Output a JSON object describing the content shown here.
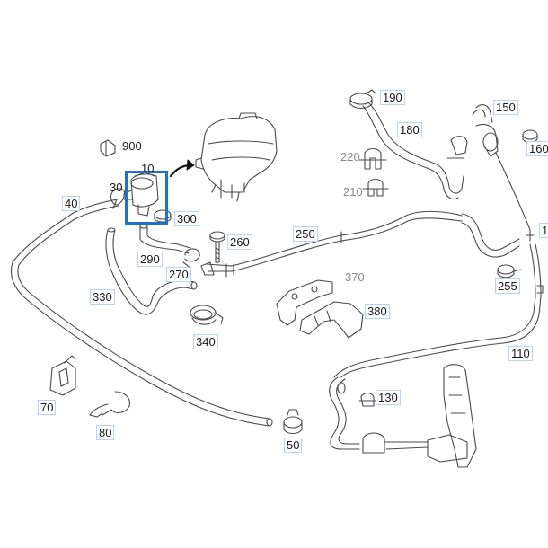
{
  "diagram": {
    "highlight_color": "#1e73c8",
    "label_border_color": "#b9d3f2",
    "line_color": "#4a4a4a",
    "parts": {
      "p10": "10",
      "p30": "30",
      "p40": "40",
      "p50": "50",
      "p70": "70",
      "p80": "80",
      "p110": "110",
      "p130": "130",
      "p150": "150",
      "p160": "160",
      "p180": "180",
      "p190": "190",
      "p210": "210",
      "p220": "220",
      "p250": "250",
      "p255": "255",
      "p260": "260",
      "p270": "270",
      "p290": "290",
      "p300": "300",
      "p330": "330",
      "p340": "340",
      "p370": "370",
      "p380": "380",
      "p900": "900",
      "p_edge": "1"
    },
    "highlighted_part": "10"
  }
}
